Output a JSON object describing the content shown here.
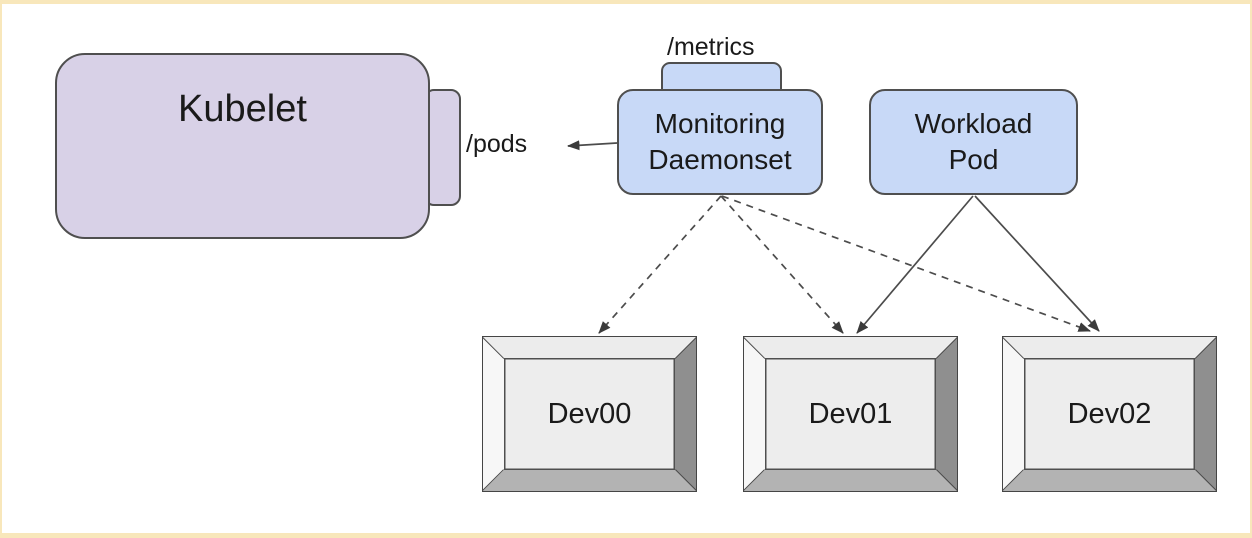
{
  "nodes": {
    "kubelet": {
      "label": "Kubelet"
    },
    "pods_endpoint": {
      "label": "/pods"
    },
    "metrics_endpoint": {
      "label": "/metrics"
    },
    "monitoring_daemonset": {
      "line1": "Monitoring",
      "line2": "Daemonset"
    },
    "workload_pod": {
      "line1": "Workload",
      "line2": "Pod"
    },
    "devices": [
      {
        "label": "Dev00"
      },
      {
        "label": "Dev01"
      },
      {
        "label": "Dev02"
      }
    ]
  },
  "edges": [
    {
      "id": "monitoring>pods",
      "from": "Monitoring Daemonset",
      "to": "/pods (Kubelet)",
      "style": "solid"
    },
    {
      "id": "monitoring>dev00",
      "from": "Monitoring Daemonset",
      "to": "Dev00",
      "style": "dashed"
    },
    {
      "id": "monitoring>dev01",
      "from": "Monitoring Daemonset",
      "to": "Dev01",
      "style": "dashed"
    },
    {
      "id": "monitoring>dev02",
      "from": "Monitoring Daemonset",
      "to": "Dev02",
      "style": "dashed"
    },
    {
      "id": "workload>dev01",
      "from": "Workload Pod",
      "to": "Dev01",
      "style": "solid"
    },
    {
      "id": "workload>dev02",
      "from": "Workload Pod",
      "to": "Dev02",
      "style": "solid"
    }
  ],
  "colors": {
    "canvas_frame": "#f8e7bb",
    "kubelet_fill": "#d8d1e7",
    "pod_fill": "#c8d9f7",
    "node_border": "#4f4f4f",
    "edge_stroke": "#4c4c4c",
    "device_face": "#ededed",
    "text": "#1a1a1a"
  }
}
